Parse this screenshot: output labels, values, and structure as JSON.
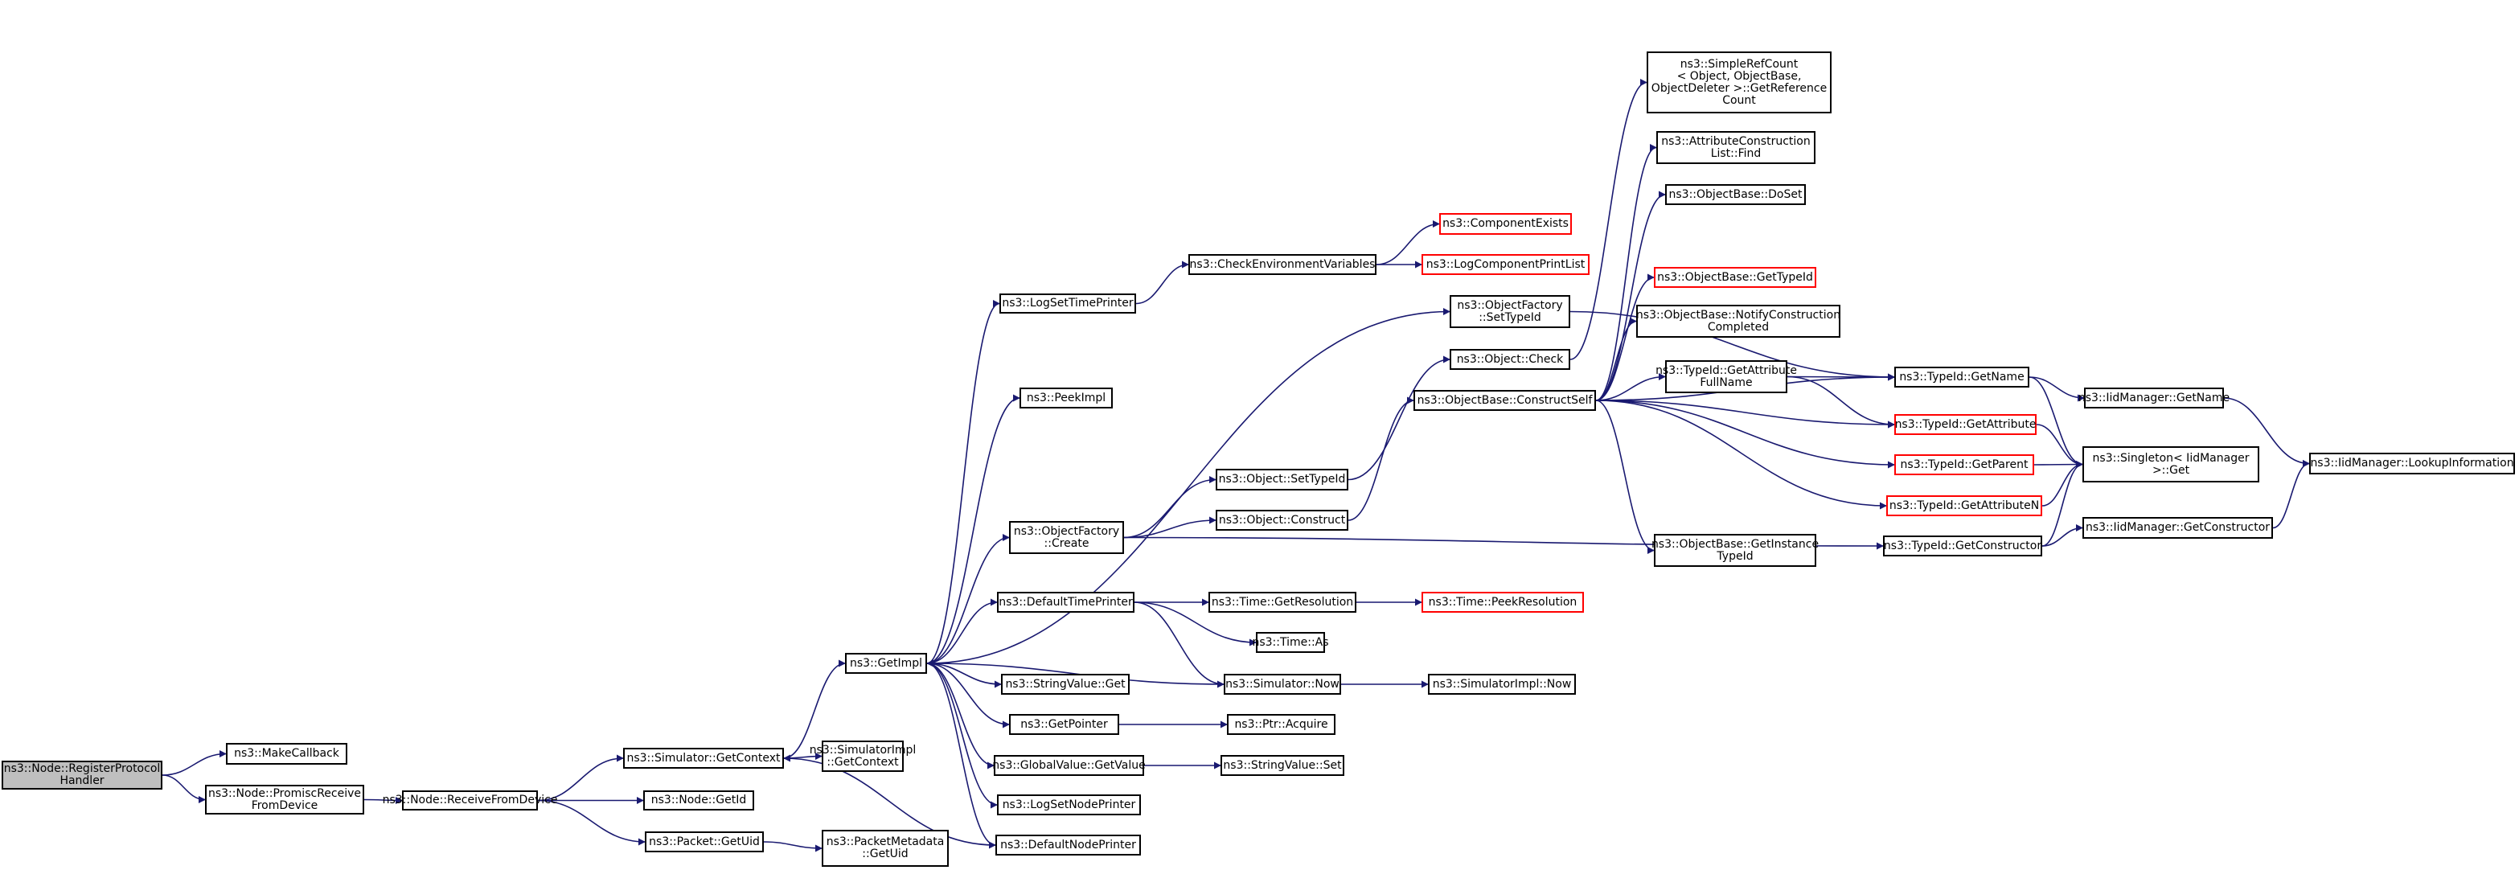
{
  "colors": {
    "edge": "#191970",
    "border": "#000000",
    "border_incomplete": "#ff0000",
    "root_fill": "#bfbfbf",
    "background": "#ffffff"
  },
  "nodes": [
    {
      "id": "root",
      "lines": [
        "ns3::Node::RegisterProtocol",
        "Handler"
      ],
      "root": true
    },
    {
      "id": "makecallback",
      "lines": [
        "ns3::MakeCallback"
      ]
    },
    {
      "id": "promisc",
      "lines": [
        "ns3::Node::PromiscReceive",
        "FromDevice"
      ]
    },
    {
      "id": "receive",
      "lines": [
        "ns3::Node::ReceiveFromDevice"
      ]
    },
    {
      "id": "simgetcontext",
      "lines": [
        "ns3::Simulator::GetContext"
      ]
    },
    {
      "id": "nodegetid",
      "lines": [
        "ns3::Node::GetId"
      ]
    },
    {
      "id": "packetgetuid",
      "lines": [
        "ns3::Packet::GetUid"
      ]
    },
    {
      "id": "implgetcontext",
      "lines": [
        "ns3::SimulatorImpl",
        "::GetContext"
      ]
    },
    {
      "id": "metagetuid",
      "lines": [
        "ns3::PacketMetadata",
        "::GetUid"
      ]
    },
    {
      "id": "getimpl",
      "lines": [
        "ns3::GetImpl"
      ]
    },
    {
      "id": "logsettimeprinter",
      "lines": [
        "ns3::LogSetTimePrinter"
      ]
    },
    {
      "id": "peekimpl",
      "lines": [
        "ns3::PeekImpl"
      ]
    },
    {
      "id": "ofcreate",
      "lines": [
        "ns3::ObjectFactory",
        "::Create"
      ]
    },
    {
      "id": "defaulttimeprinter",
      "lines": [
        "ns3::DefaultTimePrinter"
      ]
    },
    {
      "id": "stringvalueget",
      "lines": [
        "ns3::StringValue::Get"
      ]
    },
    {
      "id": "getpointer",
      "lines": [
        "ns3::GetPointer"
      ]
    },
    {
      "id": "globalvalueget",
      "lines": [
        "ns3::GlobalValue::GetValue"
      ]
    },
    {
      "id": "logsetnodeprinter",
      "lines": [
        "ns3::LogSetNodePrinter"
      ]
    },
    {
      "id": "defaultnodeprinter",
      "lines": [
        "ns3::DefaultNodePrinter"
      ]
    },
    {
      "id": "checkenv",
      "lines": [
        "ns3::CheckEnvironmentVariables"
      ]
    },
    {
      "id": "componentexists",
      "lines": [
        "ns3::ComponentExists"
      ],
      "red": true
    },
    {
      "id": "logcomponentprintlist",
      "lines": [
        "ns3::LogComponentPrintList"
      ],
      "red": true
    },
    {
      "id": "objsettypeid",
      "lines": [
        "ns3::Object::SetTypeId"
      ]
    },
    {
      "id": "objconstruct",
      "lines": [
        "ns3::Object::Construct"
      ]
    },
    {
      "id": "getresolution",
      "lines": [
        "ns3::Time::GetResolution"
      ]
    },
    {
      "id": "timeas",
      "lines": [
        "ns3::Time::As"
      ]
    },
    {
      "id": "simnow",
      "lines": [
        "ns3::Simulator::Now"
      ]
    },
    {
      "id": "ptracquire",
      "lines": [
        "ns3::Ptr::Acquire"
      ]
    },
    {
      "id": "stringvalueset",
      "lines": [
        "ns3::StringValue::Set"
      ]
    },
    {
      "id": "ofsettypeid",
      "lines": [
        "ns3::ObjectFactory",
        "::SetTypeId"
      ]
    },
    {
      "id": "objcheck",
      "lines": [
        "ns3::Object::Check"
      ]
    },
    {
      "id": "constructself",
      "lines": [
        "ns3::ObjectBase::ConstructSelf"
      ]
    },
    {
      "id": "peekresolution",
      "lines": [
        "ns3::Time::PeekResolution"
      ],
      "red": true
    },
    {
      "id": "implnow",
      "lines": [
        "ns3::SimulatorImpl::Now"
      ]
    },
    {
      "id": "simplerefcount",
      "lines": [
        "ns3::SimpleRefCount",
        "< Object, ObjectBase,",
        "ObjectDeleter >::GetReference",
        "Count"
      ]
    },
    {
      "id": "attrconstructfind",
      "lines": [
        "ns3::AttributeConstruction",
        "List::Find"
      ]
    },
    {
      "id": "obdoset",
      "lines": [
        "ns3::ObjectBase::DoSet"
      ]
    },
    {
      "id": "obgettypeid",
      "lines": [
        "ns3::ObjectBase::GetTypeId"
      ],
      "red": true
    },
    {
      "id": "obnotify",
      "lines": [
        "ns3::ObjectBase::NotifyConstruction",
        "Completed"
      ]
    },
    {
      "id": "getattrfullname",
      "lines": [
        "ns3::TypeId::GetAttribute",
        "FullName"
      ]
    },
    {
      "id": "obgetinstancetypeid",
      "lines": [
        "ns3::ObjectBase::GetInstance",
        "TypeId"
      ]
    },
    {
      "id": "typeidgetname",
      "lines": [
        "ns3::TypeId::GetName"
      ]
    },
    {
      "id": "typeidgetattribute",
      "lines": [
        "ns3::TypeId::GetAttribute"
      ],
      "red": true
    },
    {
      "id": "typeidgetparent",
      "lines": [
        "ns3::TypeId::GetParent"
      ],
      "red": true
    },
    {
      "id": "typeidgetattributen",
      "lines": [
        "ns3::TypeId::GetAttributeN"
      ],
      "red": true
    },
    {
      "id": "typeidgetconstructor",
      "lines": [
        "ns3::TypeId::GetConstructor"
      ]
    },
    {
      "id": "iidgetname",
      "lines": [
        "ns3::IidManager::GetName"
      ]
    },
    {
      "id": "singletonget",
      "lines": [
        "ns3::Singleton< IidManager",
        ">::Get"
      ]
    },
    {
      "id": "iidgetconstructor",
      "lines": [
        "ns3::IidManager::GetConstructor"
      ]
    },
    {
      "id": "lookupinfo",
      "lines": [
        "ns3::IidManager::LookupInformation"
      ]
    }
  ],
  "edges": [
    [
      "root",
      "makecallback"
    ],
    [
      "root",
      "promisc"
    ],
    [
      "promisc",
      "receive"
    ],
    [
      "receive",
      "simgetcontext"
    ],
    [
      "receive",
      "nodegetid"
    ],
    [
      "receive",
      "packetgetuid"
    ],
    [
      "simgetcontext",
      "implgetcontext"
    ],
    [
      "simgetcontext",
      "getimpl"
    ],
    [
      "packetgetuid",
      "metagetuid"
    ],
    [
      "getimpl",
      "logsettimeprinter"
    ],
    [
      "getimpl",
      "peekimpl"
    ],
    [
      "getimpl",
      "ofsettypeid"
    ],
    [
      "getimpl",
      "ofcreate"
    ],
    [
      "getimpl",
      "defaulttimeprinter"
    ],
    [
      "getimpl",
      "stringvalueget"
    ],
    [
      "getimpl",
      "getpointer"
    ],
    [
      "getimpl",
      "globalvalueget"
    ],
    [
      "getimpl",
      "logsetnodeprinter"
    ],
    [
      "getimpl",
      "defaultnodeprinter"
    ],
    [
      "defaultnodeprinter",
      "simgetcontext"
    ],
    [
      "simnow",
      "getimpl"
    ],
    [
      "logsettimeprinter",
      "checkenv"
    ],
    [
      "checkenv",
      "componentexists"
    ],
    [
      "checkenv",
      "logcomponentprintlist"
    ],
    [
      "ofcreate",
      "objsettypeid"
    ],
    [
      "ofcreate",
      "objconstruct"
    ],
    [
      "ofcreate",
      "typeidgetconstructor"
    ],
    [
      "objsettypeid",
      "objcheck"
    ],
    [
      "objconstruct",
      "constructself"
    ],
    [
      "defaulttimeprinter",
      "getresolution"
    ],
    [
      "defaulttimeprinter",
      "timeas"
    ],
    [
      "defaulttimeprinter",
      "simnow"
    ],
    [
      "getresolution",
      "peekresolution"
    ],
    [
      "simnow",
      "implnow"
    ],
    [
      "getpointer",
      "ptracquire"
    ],
    [
      "globalvalueget",
      "stringvalueset"
    ],
    [
      "ofsettypeid",
      "typeidgetname"
    ],
    [
      "objcheck",
      "simplerefcount"
    ],
    [
      "constructself",
      "attrconstructfind"
    ],
    [
      "constructself",
      "obdoset"
    ],
    [
      "constructself",
      "obgettypeid"
    ],
    [
      "constructself",
      "obnotify"
    ],
    [
      "constructself",
      "getattrfullname"
    ],
    [
      "constructself",
      "obgetinstancetypeid"
    ],
    [
      "constructself",
      "typeidgetname"
    ],
    [
      "constructself",
      "typeidgetattribute"
    ],
    [
      "constructself",
      "typeidgetparent"
    ],
    [
      "constructself",
      "typeidgetattributen"
    ],
    [
      "getattrfullname",
      "typeidgetname"
    ],
    [
      "getattrfullname",
      "typeidgetattribute"
    ],
    [
      "typeidgetname",
      "iidgetname"
    ],
    [
      "typeidgetname",
      "singletonget"
    ],
    [
      "typeidgetattribute",
      "singletonget"
    ],
    [
      "typeidgetparent",
      "singletonget"
    ],
    [
      "typeidgetattributen",
      "singletonget"
    ],
    [
      "typeidgetconstructor",
      "singletonget"
    ],
    [
      "typeidgetconstructor",
      "iidgetconstructor"
    ],
    [
      "iidgetname",
      "lookupinfo"
    ],
    [
      "iidgetconstructor",
      "lookupinfo"
    ]
  ]
}
